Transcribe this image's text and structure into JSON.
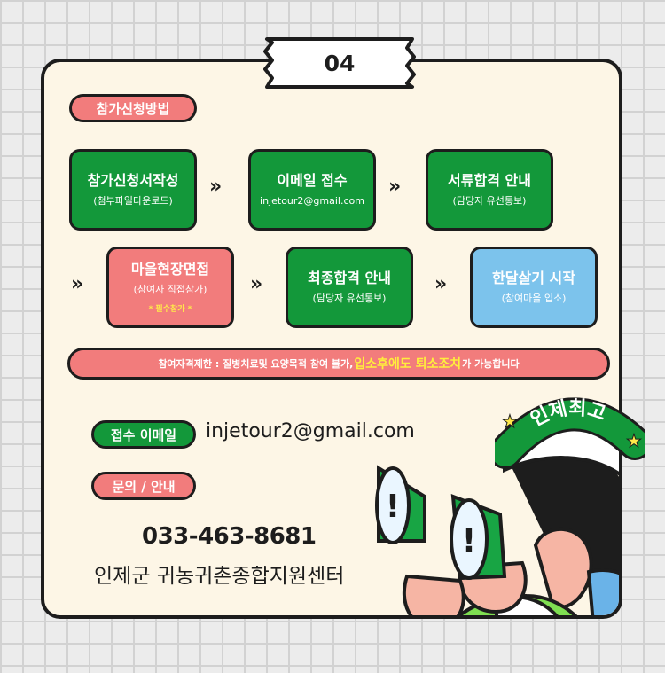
{
  "section_number": "04",
  "method_label": "참가신청방법",
  "steps_row1": [
    {
      "title": "참가신청서작성",
      "sub": "(첨부파일다운로드)"
    },
    {
      "title": "이메일 접수",
      "sub": "injetour2@gmail.com"
    },
    {
      "title": "서류합격 안내",
      "sub": "(담당자 유선통보)"
    }
  ],
  "steps_row2": [
    {
      "title": "마을현장면접",
      "sub": "(참여자 직접참가)",
      "note": "* 필수참가 *"
    },
    {
      "title": "최종합격 안내",
      "sub": "(담당자 유선통보)"
    },
    {
      "title": "한달살기 시작",
      "sub": "(참여마을 입소)"
    }
  ],
  "arrow": "»",
  "notice": {
    "prefix": "참여자격제한 : 질병치료및 요양목적 참여 불가,",
    "highlight": "입소후에도 퇴소조치",
    "suffix": "가 가능합니다"
  },
  "email_label": "접수 이메일",
  "email_value": "injetour2@gmail.com",
  "inquiry_label": "문의 / 안내",
  "phone": "033-463-8681",
  "center_name": "인제군 귀농귀촌종합지원센터",
  "badge_text": "인제최고",
  "colors": {
    "red": "#f27c7c",
    "green": "#13983a",
    "blue": "#7cc3ec",
    "yellow": "#ffe94a",
    "cream": "#fdf6e6"
  }
}
